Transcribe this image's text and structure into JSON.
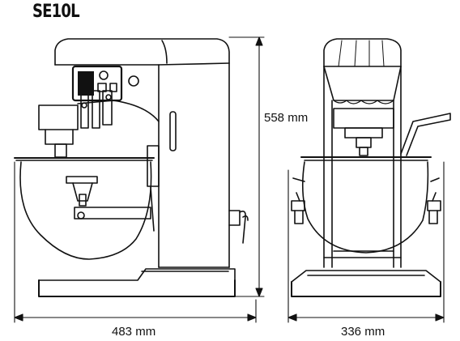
{
  "model": "SE10L",
  "dimensions": {
    "height": "558 mm",
    "depth": "483 mm",
    "width": "336 mm"
  },
  "colors": {
    "line": "#111111",
    "background": "#ffffff"
  }
}
